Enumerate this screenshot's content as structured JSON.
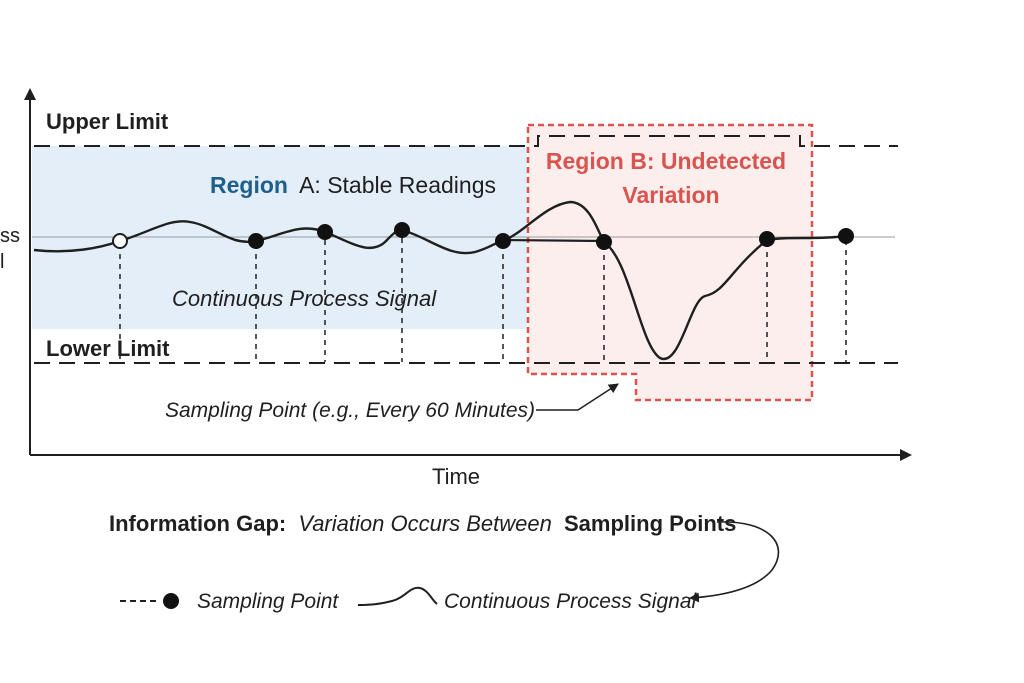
{
  "labels": {
    "y_axis_partial_top": "ss",
    "y_axis_partial_bottom": "l",
    "upper_limit": "Upper Limit",
    "lower_limit": "Lower Limit",
    "x_axis": "Time",
    "region_a_word": "Region",
    "region_a_rest": "A: Stable Readings",
    "region_b_line1": "Region B: Undetected",
    "region_b_line2": "Variation",
    "continuous_signal": "Continuous Process Signal",
    "sampling_callout": "Sampling Point (e.g., Every 60 Minutes)"
  },
  "gap_note": {
    "lead": "Information Gap:",
    "middle": "Variation Occurs Between",
    "emph": "Sampling Points"
  },
  "legend": {
    "sampling_point": "Sampling Point",
    "continuous_signal": "Continuous Process Signal"
  },
  "colors": {
    "ink": "#1f1f1f",
    "region_a_fill": "#e3eef8",
    "region_a_title": "#1f5f8b",
    "region_b_fill": "#fdeeee",
    "region_b_stroke": "#d9534f"
  }
}
